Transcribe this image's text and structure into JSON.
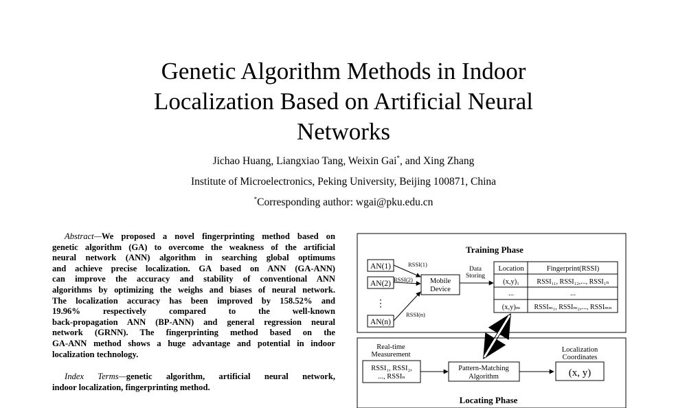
{
  "paper": {
    "title_lines": [
      "Genetic Algorithm Methods in Indoor",
      "Localization Based on Artificial Neural",
      "Networks"
    ],
    "authors_a": "Jichao Huang, Liangxiao Tang, Weixin Gai",
    "authors_mark": "*",
    "authors_b": ", and Xing Zhang",
    "affiliation": "Institute of Microelectronics, Peking University, Beijing 100871, China",
    "corr_mark": "*",
    "corresponding": "Corresponding author: wgai@pku.edu.cn"
  },
  "abstract": {
    "label": "Abstract",
    "dash": "—",
    "lines": [
      "We proposed a novel fingerprinting method based on",
      "genetic algorithm (GA) to overcome the weakness of the artificial",
      "neural network (ANN) algorithm in searching global optimums",
      "and achieve precise localization. GA based on ANN (GA-ANN)",
      "can improve the accuracy and stability of conventional ANN",
      "algorithms by optimizing the weighs and biases of neural network.",
      "The localization accuracy has been improved by 158.52% and",
      "19.96%      respectively      compared      to      the      well-known",
      "back-propagation ANN (BP-ANN) and general regression neural",
      "network (GRNN). The fingerprinting method based on the",
      "GA-ANN method shows a huge advantage and potential in indoor",
      "localization technology."
    ]
  },
  "index_terms": {
    "label": "Index Terms",
    "dash": "—",
    "line1": "genetic algorithm, artificial neural network,",
    "line2": "indoor localization, fingerprinting method."
  },
  "figure": {
    "training_phase": "Training Phase",
    "locating_phase": "Locating Phase",
    "an_nodes": [
      "AN(1)",
      "AN(2)",
      "AN(n)"
    ],
    "vdots": "⋮",
    "rssi_labels": [
      "RSSI(1)",
      "RSSI(2)",
      "RSSI(n)"
    ],
    "mobile_device": [
      "Mobile",
      "Device"
    ],
    "data_storing": [
      "Data",
      "Storing"
    ],
    "table_headers": [
      "Location",
      "Fingerprint(RSSI)"
    ],
    "table_rows": [
      [
        "(x,y)₁",
        "RSSI₁₁, RSSI₁₂,..., RSSI₁ₙ"
      ],
      [
        "...",
        "..."
      ],
      [
        "(x,y)ₘ",
        "RSSIₘ₁, RSSIₘ₂,..., RSSIₘₙ"
      ]
    ],
    "realtime": [
      "Real-time",
      "Measurement"
    ],
    "rssi_input": [
      "RSSI₁, RSSI₂,",
      "..., RSSIₙ"
    ],
    "pattern_matching": [
      "Pattern-Matching",
      "Algorithm"
    ],
    "localization_coords": [
      "Localization",
      "Coordinates"
    ],
    "output": "(x, y)"
  }
}
